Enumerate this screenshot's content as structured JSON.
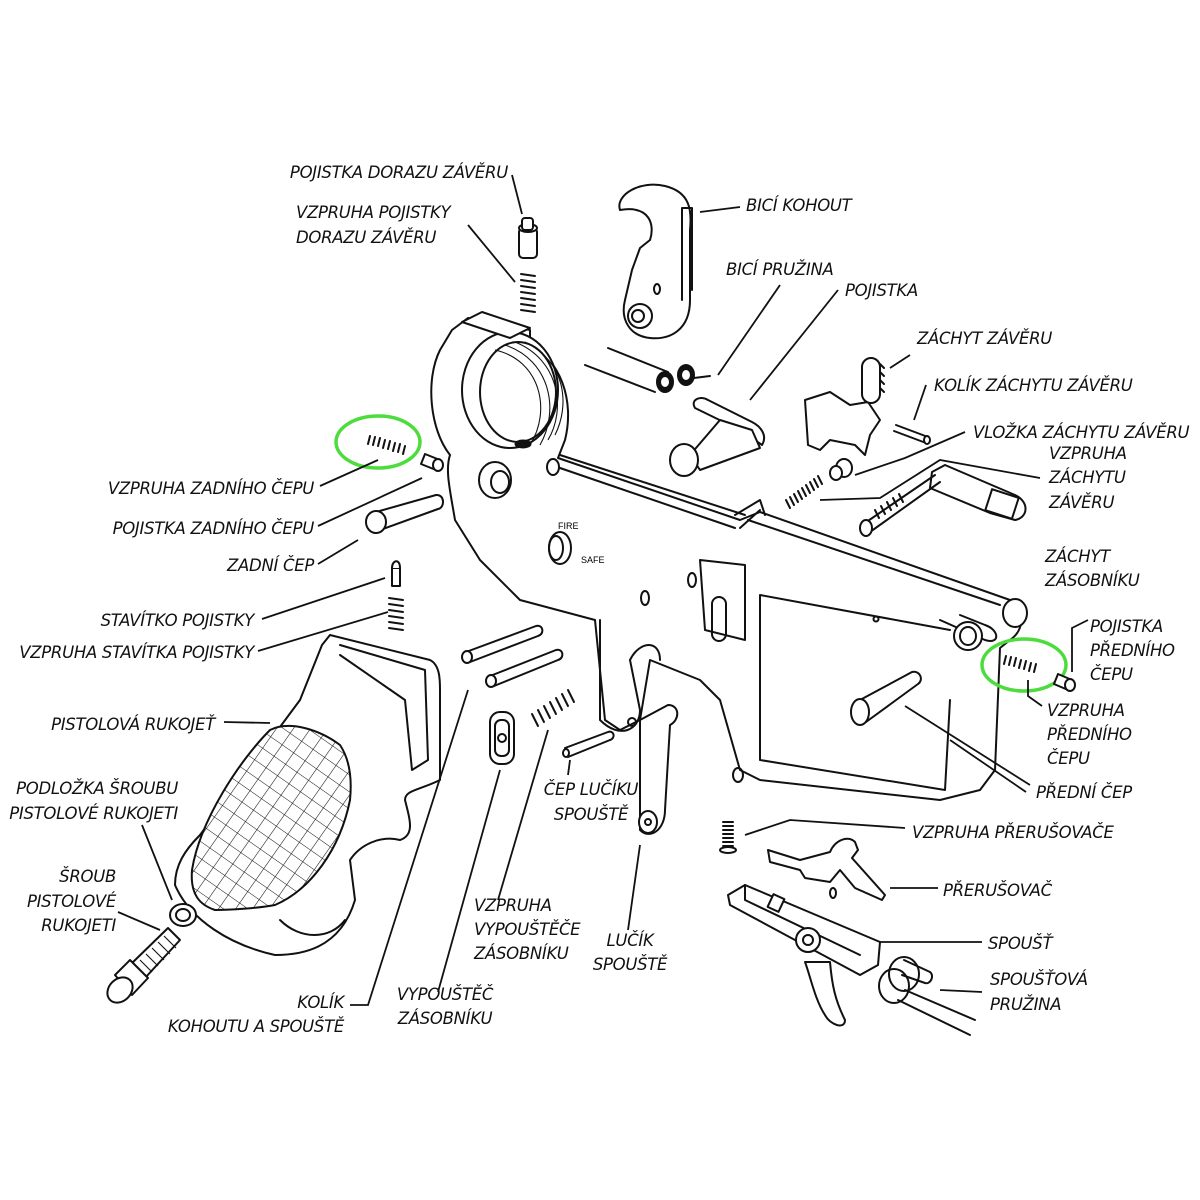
{
  "diagram": {
    "type": "exploded-parts-diagram",
    "subject": "AR-15 lower receiver",
    "receiver_markings": {
      "fire": "FIRE",
      "safe": "SAFE"
    },
    "highlight_color": "#4cdc3c",
    "highlighted_parts": [
      "VZPRUHA ZADNÍHO ČEPU",
      "VZPRUHA PŘEDNÍHO ČEPU"
    ]
  },
  "labels": {
    "pojistka_dorazu_zaveru": "POJISTKA DORAZU ZÁVĚRU",
    "vzpruha_pojistky_dorazu_1": "VZPRUHA POJISTKY",
    "vzpruha_pojistky_dorazu_2": "DORAZU ZÁVĚRU",
    "bici_kohout": "BICÍ KOHOUT",
    "bici_pruzina": "BICÍ PRUŽINA",
    "pojistka": "POJISTKA",
    "zachyt_zaveru": "ZÁCHYT ZÁVĚRU",
    "kolik_zachytu_zaveru": "KOLÍK ZÁCHYTU ZÁVĚRU",
    "vlozka_zachytu_zaveru": "VLOŽKA ZÁCHYTU ZÁVĚRU",
    "vzpruha_zachytu_zaveru_1": "VZPRUHA",
    "vzpruha_zachytu_zaveru_2": "ZÁCHYTU",
    "vzpruha_zachytu_zaveru_3": "ZÁVĚRU",
    "vzpruha_zadniho_cepu": "VZPRUHA ZADNÍHO ČEPU",
    "pojistka_zadniho_cepu": "POJISTKA ZADNÍHO ČEPU",
    "zadni_cep": "ZADNÍ ČEP",
    "zachyt_zasobniku_1": "ZÁCHYT",
    "zachyt_zasobniku_2": "ZÁSOBNÍKU",
    "stavitko_pojistky": "STAVÍTKO POJISTKY",
    "vzpruha_stavitka_pojistky": "VZPRUHA STAVÍTKA POJISTKY",
    "pojistka_predniho_cepu_1": "POJISTKA",
    "pojistka_predniho_cepu_2": "PŘEDNÍHO",
    "pojistka_predniho_cepu_3": "ČEPU",
    "pistolova_rukojet": "PISTOLOVÁ RUKOJEŤ",
    "vzpruha_predniho_cepu_1": "VZPRUHA",
    "vzpruha_predniho_cepu_2": "PŘEDNÍHO",
    "vzpruha_predniho_cepu_3": "ČEPU",
    "podlozka_sroubu_1": "PODLOŽKA ŠROUBU",
    "podlozka_sroubu_2": "PISTOLOVÉ RUKOJETI",
    "predni_cep": "PŘEDNÍ ČEP",
    "cep_lucku_1": "ČEP LUČÍKU",
    "cep_lucku_2": "SPOUŠTĚ",
    "vzpruha_prerusovace": "VZPRUHA PŘERUŠOVAČE",
    "sroub_1": "ŠROUB",
    "sroub_2": "PISTOLOVÉ",
    "sroub_3": "RUKOJETI",
    "prerusovac": "PŘERUŠOVAČ",
    "vzpruha_vypousteце_1": "VZPRUHA",
    "vzpruha_vypoustece_2": "VYPOUŠTĚČE",
    "vzpruha_vypoustece_3": "ZÁSOBNÍKU",
    "spoust": "SPOUŠŤ",
    "lucik_1": "LUČÍK",
    "lucik_2": "SPOUŠTĚ",
    "spoustova_pruzina_1": "SPOUŠŤOVÁ",
    "spoustova_pruzina_2": "PRUŽINA",
    "kolik_kohoutu_1": "KOLÍK",
    "kolik_kohoutu_2": "KOHOUTU A SPOUŠTĚ",
    "vypoustec_1": "VYPOUŠTĚČ",
    "vypoustec_2": "ZÁSOBNÍKU"
  }
}
